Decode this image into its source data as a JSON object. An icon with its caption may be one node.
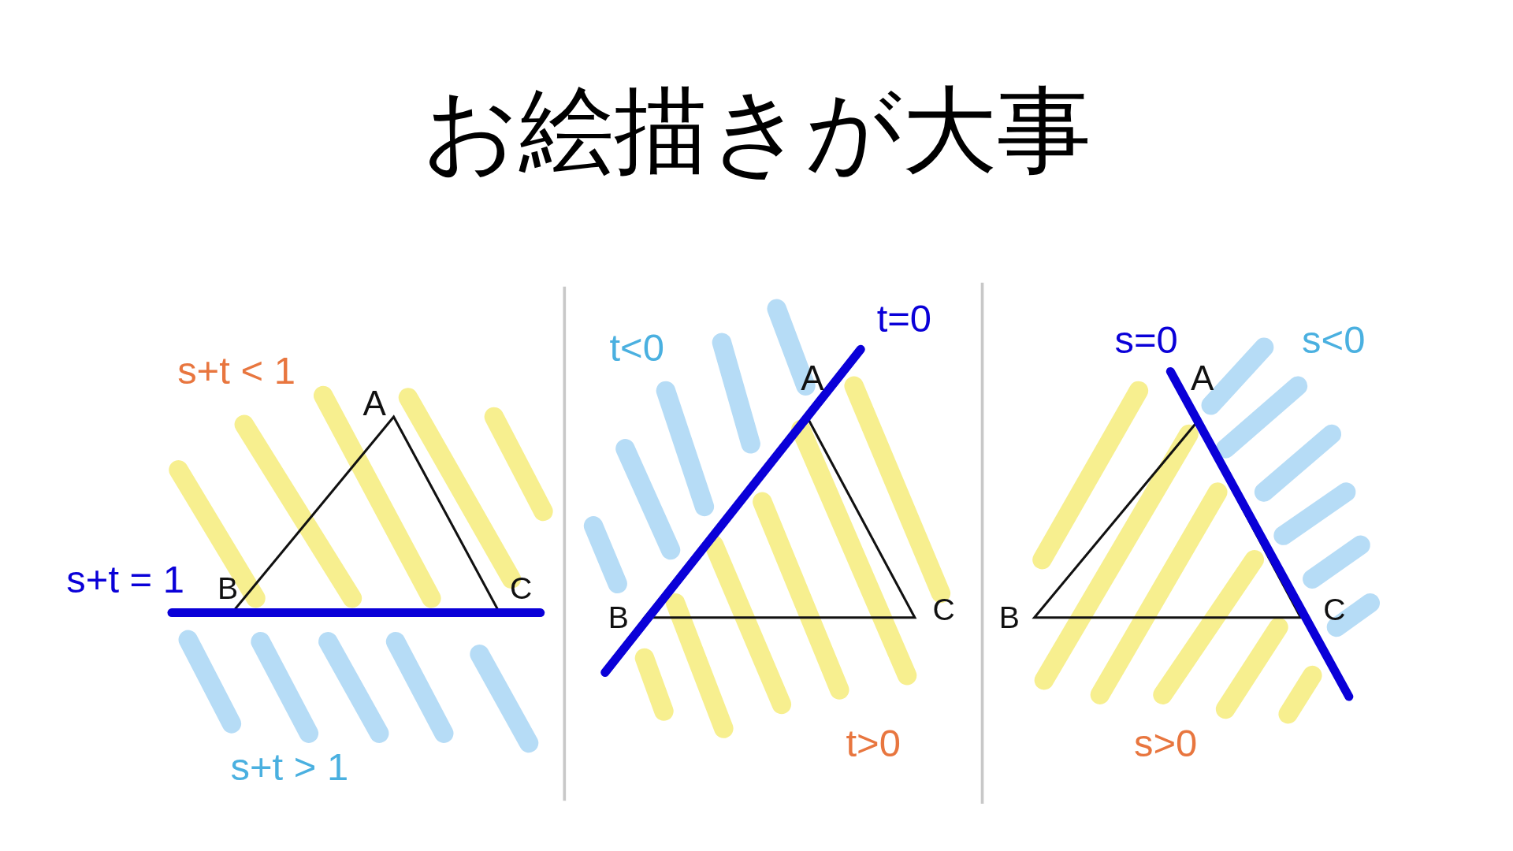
{
  "diagram": {
    "title": "お絵描きが大事",
    "labels": [
      "s+t < 1",
      "A",
      "s+t = 1",
      "B",
      "C",
      "s+t > 1",
      "t<0",
      "t=0",
      "A",
      "B",
      "C",
      "t>0",
      "s=0",
      "s<0",
      "A",
      "B",
      "C",
      "s>0"
    ]
  }
}
